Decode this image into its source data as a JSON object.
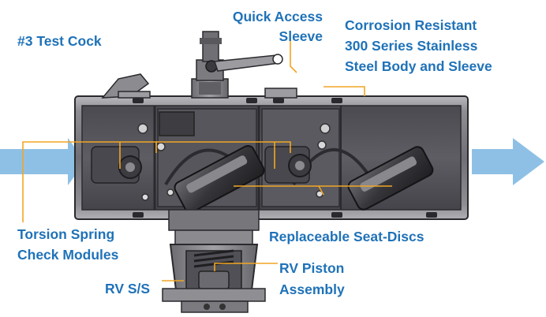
{
  "colors": {
    "label": "#1f72b8",
    "leader_line": "#f2a623",
    "flow_arrow": "#8ec0e6",
    "body_metal": "#8d8d92",
    "body_dark": "#3f3f44"
  },
  "labels": {
    "test_cock": "#3 Test Cock",
    "quick_access_1": "Quick Access",
    "quick_access_2": "Sleeve",
    "corrosion_1": "Corrosion Resistant",
    "corrosion_2": "300 Series Stainless",
    "corrosion_3": "Steel Body and Sleeve",
    "torsion_1": "Torsion Spring",
    "torsion_2": "Check Modules",
    "seat_discs": "Replaceable Seat-Discs",
    "rv_piston_1": "RV Piston",
    "rv_piston_2": "Assembly",
    "rv_ss": "RV S/S"
  },
  "flow": {
    "inlet_icon": "arrow-right-icon",
    "outlet_icon": "arrow-right-icon"
  }
}
